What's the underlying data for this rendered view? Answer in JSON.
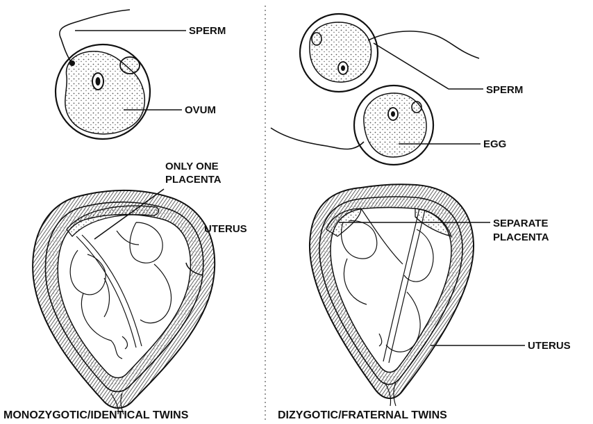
{
  "left_panel": {
    "labels": {
      "sperm": "SPERM",
      "ovum": "OVUM",
      "placenta_line1": "ONLY ONE",
      "placenta_line2": "PLACENTA",
      "uterus": "UTERUS"
    },
    "caption": "MONOZYGOTIC/IDENTICAL TWINS"
  },
  "right_panel": {
    "labels": {
      "sperm": "SPERM",
      "egg": "EGG",
      "placenta_line1": "SEPARATE",
      "placenta_line2": "PLACENTA",
      "uterus": "UTERUS"
    },
    "caption": "DIZYGOTIC/FRATERNAL TWINS"
  },
  "colors": {
    "ink": "#111111",
    "background": "#ffffff",
    "stipple": "#555555"
  }
}
